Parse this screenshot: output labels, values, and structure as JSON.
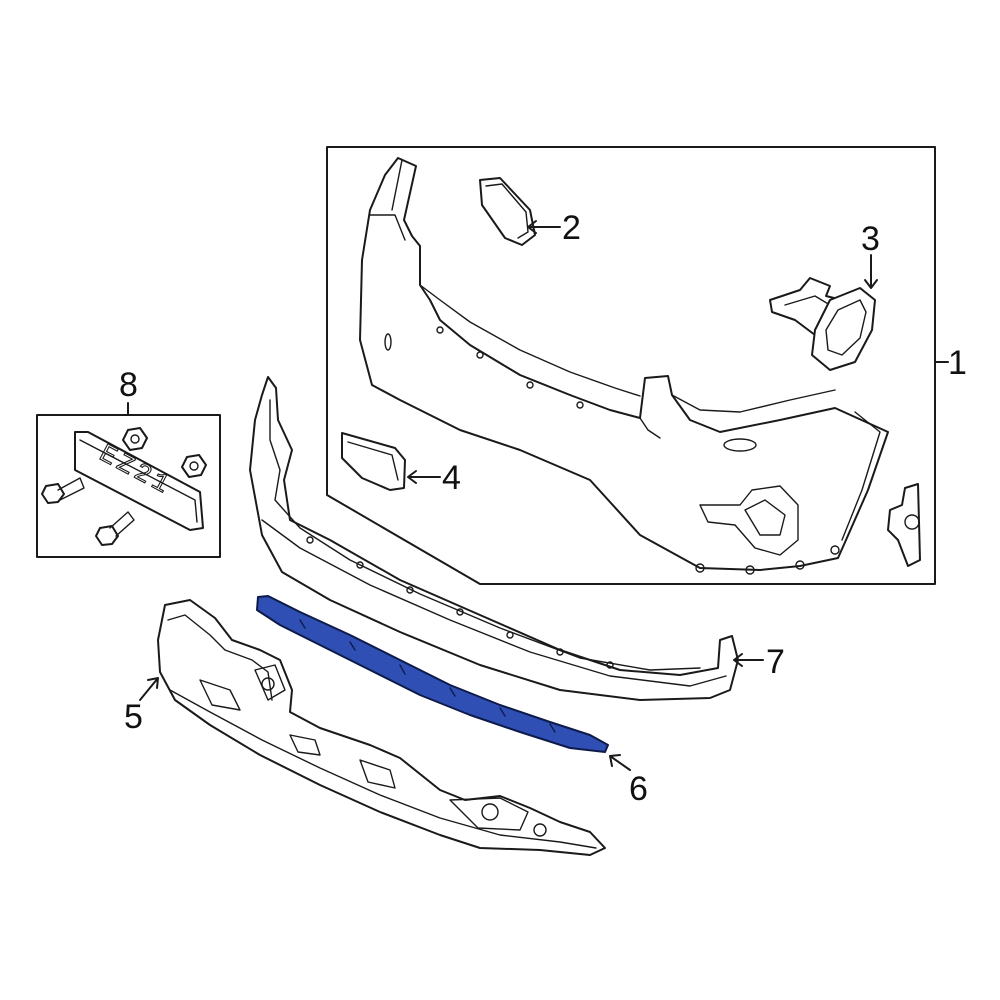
{
  "diagram": {
    "callouts": [
      {
        "id": "1",
        "label": "1"
      },
      {
        "id": "2",
        "label": "2"
      },
      {
        "id": "3",
        "label": "3"
      },
      {
        "id": "4",
        "label": "4"
      },
      {
        "id": "5",
        "label": "5"
      },
      {
        "id": "6",
        "label": "6"
      },
      {
        "id": "7",
        "label": "7"
      },
      {
        "id": "8",
        "label": "8"
      }
    ],
    "emblem_text": "EZ21",
    "colors": {
      "line": "#1a1a1a",
      "highlight_part": "#2f4fb4",
      "background": "#ffffff"
    }
  }
}
